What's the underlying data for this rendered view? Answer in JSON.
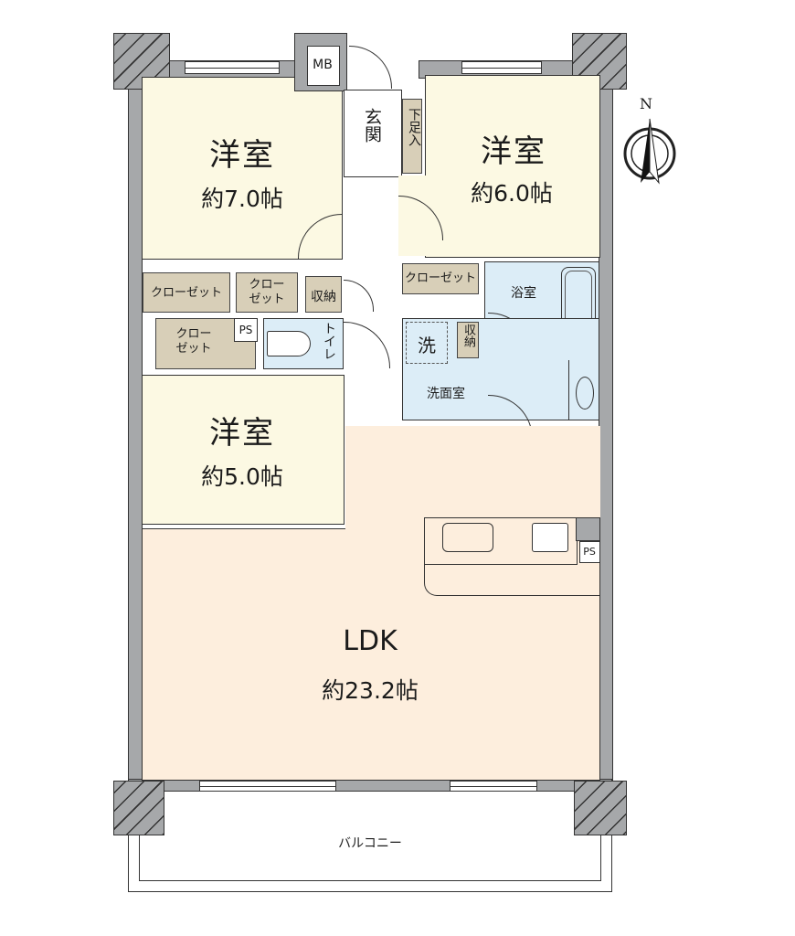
{
  "floor_plan": {
    "colors": {
      "wall": "#a6a8aa",
      "western_room": "#fcf9e3",
      "ldk": "#fdeedd",
      "wet_area": "#dcedf7",
      "storage": "#d8cfb8",
      "outline": "#333333"
    },
    "compass": {
      "label": "N"
    },
    "rooms": {
      "western_room_1": {
        "name": "洋室",
        "size": "約7.0帖"
      },
      "western_room_2": {
        "name": "洋室",
        "size": "約6.0帖"
      },
      "western_room_3": {
        "name": "洋室",
        "size": "約5.0帖"
      },
      "ldk": {
        "name": "LDK",
        "size": "約23.2帖"
      },
      "entrance": {
        "name": "玄関"
      },
      "shoe_storage": {
        "name": "下足入"
      },
      "meter_box": {
        "name": "MB"
      },
      "bathroom": {
        "name": "浴室"
      },
      "washroom": {
        "name": "洗面室"
      },
      "laundry": {
        "name": "洗"
      },
      "toilet": {
        "name": "トイレ"
      },
      "balcony": {
        "name": "バルコニー"
      }
    },
    "storage": {
      "closet_1": "クローゼット",
      "closet_2": "クロー\nゼット",
      "closet_3": "クロー\nゼット",
      "closet_4": "クローゼット",
      "storage_1": "収納",
      "storage_2": "収納"
    },
    "pipe_space": {
      "ps_1": "PS",
      "ps_2": "PS"
    }
  }
}
